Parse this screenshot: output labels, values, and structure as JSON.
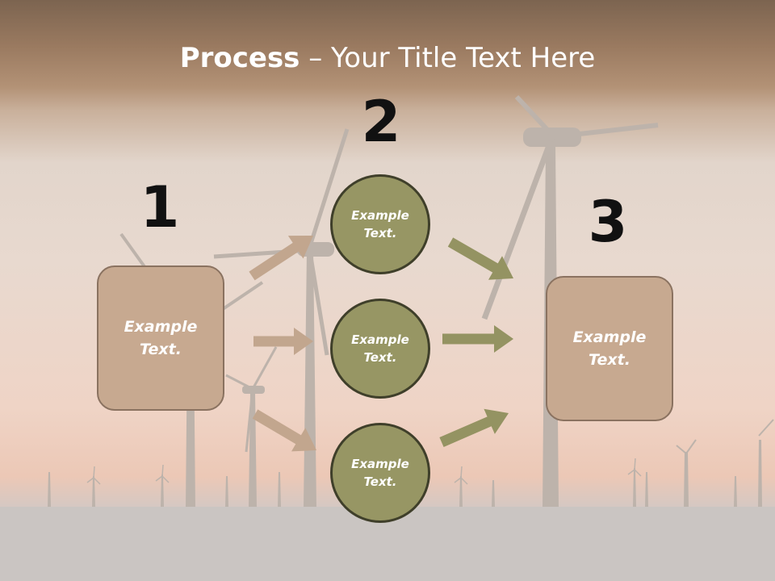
{
  "title": {
    "bold": "Process",
    "rest": " – Your Title Text Here"
  },
  "steps": {
    "one": {
      "number": "1",
      "box_text": "Example\nText."
    },
    "two": {
      "number": "2",
      "circles": [
        "Example\nText.",
        "Example\nText.",
        "Example\nText."
      ]
    },
    "three": {
      "number": "3",
      "box_text": "Example\nText."
    }
  },
  "colors": {
    "box_fill": "#c7a990",
    "circle_fill": "#979664",
    "arrow_left": "#c2a68e",
    "arrow_right": "#949362",
    "number": "#111111",
    "title": "#ffffff"
  }
}
